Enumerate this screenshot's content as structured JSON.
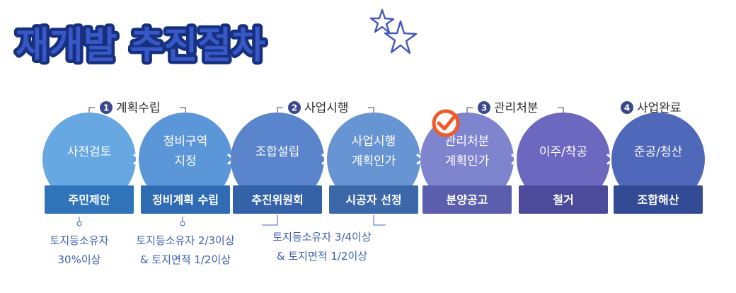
{
  "title": "재개발 추진절차",
  "colors": {
    "title_fill": "#3858c8",
    "title_outline": "#16307e",
    "star": "#4458b8",
    "check": "#ef5a28",
    "condition_text": "#3d5fb0",
    "bracket": "#6a6a6a"
  },
  "phases": [
    {
      "number": "1",
      "label": "계획수립"
    },
    {
      "number": "2",
      "label": "사업시행"
    },
    {
      "number": "3",
      "label": "관리처분"
    },
    {
      "number": "4",
      "label": "사업완료"
    }
  ],
  "steps": [
    {
      "lines": [
        "사전검토"
      ],
      "bar": "주민제안",
      "circle": "#67a7e2",
      "bar_color": "#2f74b9"
    },
    {
      "lines": [
        "정비구역",
        "지정"
      ],
      "bar": "정비계획 수립",
      "circle": "#5b96d8",
      "bar_color": "#2f6cb3"
    },
    {
      "lines": [
        "조합설립"
      ],
      "bar": "추진위원회",
      "circle": "#5a84cb",
      "bar_color": "#3462a8"
    },
    {
      "lines": [
        "사업시행",
        "계획인가"
      ],
      "bar": "시공자 선정",
      "circle": "#6794d2",
      "bar_color": "#3c68aa"
    },
    {
      "lines": [
        "관리처분",
        "계획인가"
      ],
      "bar": "분양공고",
      "circle": "#7f84cf",
      "bar_color": "#5b5eac"
    },
    {
      "lines": [
        "이주/착공"
      ],
      "bar": "철거",
      "circle": "#6c67bf",
      "bar_color": "#4c4a9a"
    },
    {
      "lines": [
        "준공/청산"
      ],
      "bar": "조합해산",
      "circle": "#5068ba",
      "bar_color": "#334b94"
    }
  ],
  "conditions": [
    {
      "lines": [
        "토지등소유자",
        "30%이상"
      ]
    },
    {
      "lines": [
        "토지등소유자 2/3이상",
        "& 토지면적 1/2이상"
      ]
    },
    {
      "lines": [
        "토지등소유자 3/4이상",
        "& 토지면적 1/2이상"
      ]
    }
  ]
}
